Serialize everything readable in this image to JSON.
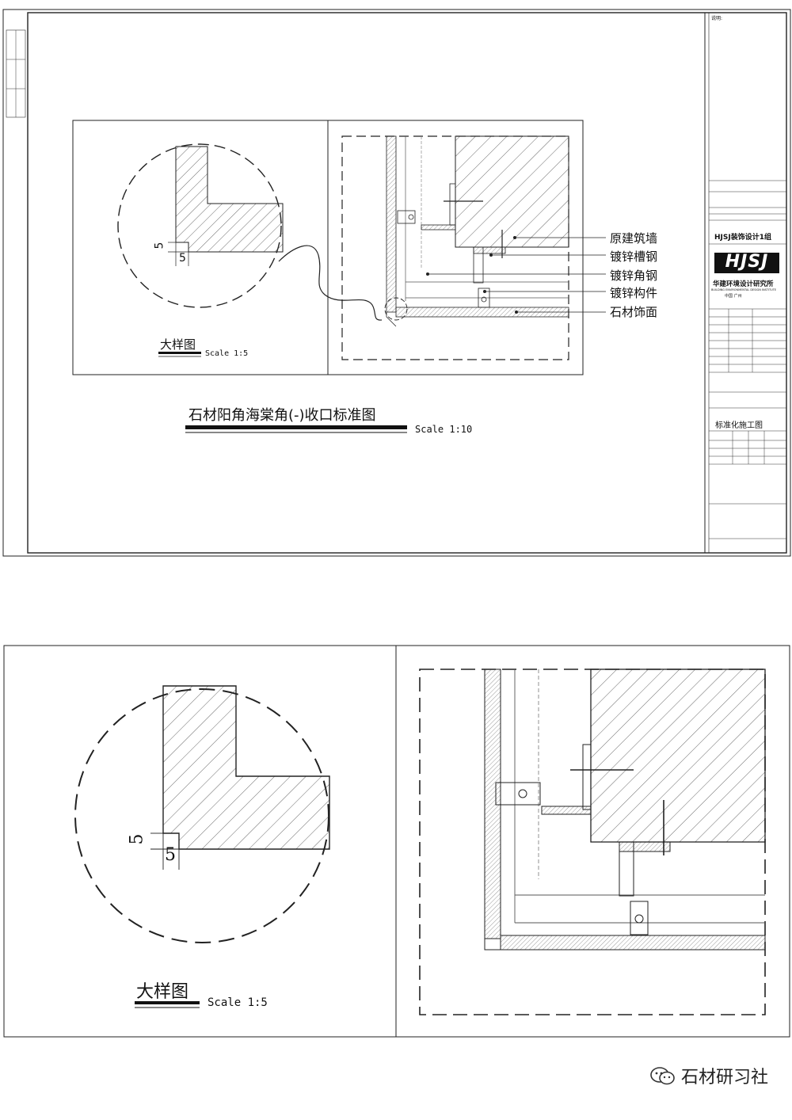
{
  "sheet": {
    "title": "石材阳角海棠角(-)收口标准图",
    "title_scale": "Scale 1:10",
    "detail_title": "大样图",
    "detail_scale": "Scale 1:5",
    "dim_v": "5",
    "dim_h": "5",
    "labels": [
      "原建筑墙",
      "镀锌槽钢",
      "镀锌角钢",
      "镀锌构件",
      "石材饰面"
    ]
  },
  "title_block": {
    "group": "HJSJ装饰设计1组",
    "logo": "HJSJ",
    "institute": "华建环境设计研究所",
    "institute_en": "BUILDING ENVIRONMENTAL DESIGN INSTITUTE",
    "city": "中国 广州",
    "drawing_type": "标准化施工图",
    "notes": "说明:"
  },
  "zoom": {
    "detail_title": "大样图",
    "detail_scale": "Scale 1:5",
    "dim_v": "5",
    "dim_h": "5"
  },
  "footer": {
    "brand": "石材研习社"
  }
}
